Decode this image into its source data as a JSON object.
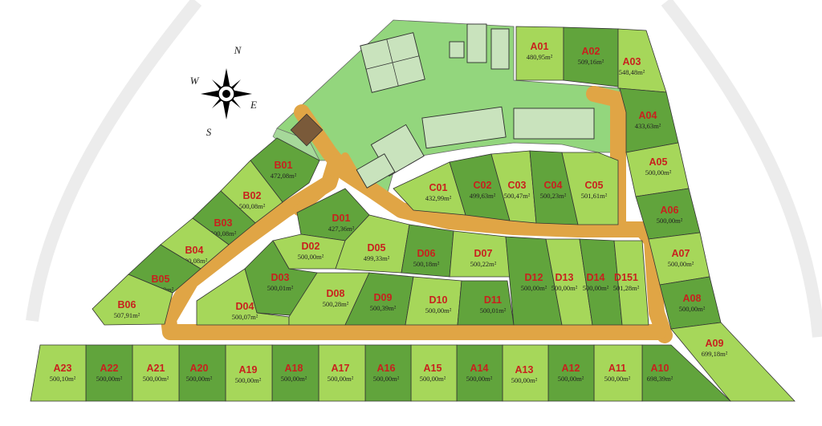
{
  "colors": {
    "green_area": "#93d67d",
    "road": "#e0a545",
    "lot_light": "#a6d75a",
    "lot_dark": "#61a43c",
    "lot_outline": "#333333",
    "label_red": "#c8211e",
    "background": "#ffffff"
  },
  "compass": {
    "icon": "compass-rose-icon",
    "north": "N",
    "south": "S",
    "east": "E",
    "west": "W"
  },
  "lots": [
    {
      "code": "A01",
      "area": "480,95m²"
    },
    {
      "code": "A02",
      "area": "509,16m²"
    },
    {
      "code": "A03",
      "area": "548,48m²"
    },
    {
      "code": "A04",
      "area": "433,63m²"
    },
    {
      "code": "A05",
      "area": "500,00m²"
    },
    {
      "code": "A06",
      "area": "500,00m²"
    },
    {
      "code": "A07",
      "area": "500,00m²"
    },
    {
      "code": "A08",
      "area": "500,00m²"
    },
    {
      "code": "A09",
      "area": "699,18m²"
    },
    {
      "code": "A10",
      "area": "698,39m²"
    },
    {
      "code": "A11",
      "area": "500,00m²"
    },
    {
      "code": "A12",
      "area": "500,00m²"
    },
    {
      "code": "A13",
      "area": "500,00m²"
    },
    {
      "code": "A14",
      "area": "500,00m²"
    },
    {
      "code": "A15",
      "area": "500,00m²"
    },
    {
      "code": "A16",
      "area": "500,00m²"
    },
    {
      "code": "A17",
      "area": "500,00m²"
    },
    {
      "code": "A18",
      "area": "500,00m²"
    },
    {
      "code": "A19",
      "area": "500,00m²"
    },
    {
      "code": "A20",
      "area": "500,00m²"
    },
    {
      "code": "A21",
      "area": "500,00m²"
    },
    {
      "code": "A22",
      "area": "500,00m²"
    },
    {
      "code": "A23",
      "area": "500,10m²"
    },
    {
      "code": "B01",
      "area": "472,08m²"
    },
    {
      "code": "B02",
      "area": "500,08m²"
    },
    {
      "code": "B03",
      "area": "500,08m²"
    },
    {
      "code": "B04",
      "area": "500,08m²"
    },
    {
      "code": "B05",
      "area": "500,08m²"
    },
    {
      "code": "B06",
      "area": "507,91m²"
    },
    {
      "code": "C01",
      "area": "432,99m²"
    },
    {
      "code": "C02",
      "area": "499,63m²"
    },
    {
      "code": "C03",
      "area": "500,47m²"
    },
    {
      "code": "C04",
      "area": "500,23m²"
    },
    {
      "code": "C05",
      "area": "501,61m²"
    },
    {
      "code": "D01",
      "area": "427,36m²"
    },
    {
      "code": "D02",
      "area": "500,00m²"
    },
    {
      "code": "D03",
      "area": "500,01m²"
    },
    {
      "code": "D04",
      "area": "500,07m²"
    },
    {
      "code": "D05",
      "area": "499,33m²"
    },
    {
      "code": "D06",
      "area": "500,18m²"
    },
    {
      "code": "D07",
      "area": "500,22m²"
    },
    {
      "code": "D08",
      "area": "500,28m²"
    },
    {
      "code": "D09",
      "area": "500,39m²"
    },
    {
      "code": "D10",
      "area": "500,00m²"
    },
    {
      "code": "D11",
      "area": "500,01m²"
    },
    {
      "code": "D12",
      "area": "500,00m²"
    },
    {
      "code": "D13",
      "area": "500,00m²"
    },
    {
      "code": "D14",
      "area": "500,00m²"
    },
    {
      "code": "D151",
      "area": "501,28m²"
    }
  ]
}
